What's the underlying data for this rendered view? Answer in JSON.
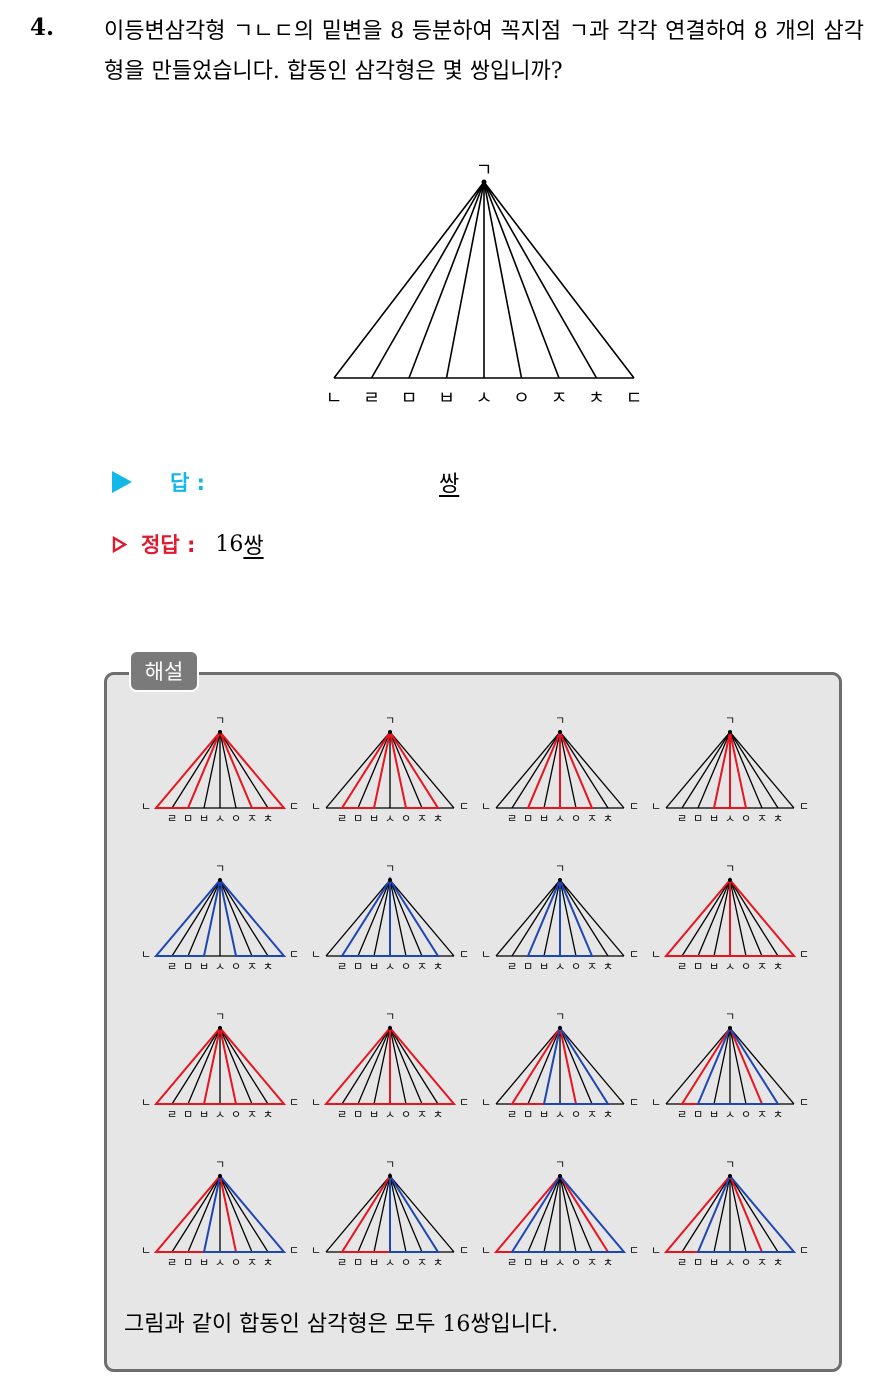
{
  "question": {
    "number": "4.",
    "text": "이등변삼각형 ㄱㄴㄷ의 밑변을 8 등분하여 꼭지점 ㄱ과 각각 연결하여 8 개의 삼각형을 만들었습니다. 합동인 삼각형은 몇 쌍입니까?"
  },
  "figure": {
    "apex_label": "ㄱ",
    "base_labels": [
      "ㄴ",
      "ㄹ",
      "ㅁ",
      "ㅂ",
      "ㅅ",
      "ㅇ",
      "ㅈ",
      "ㅊ",
      "ㄷ"
    ]
  },
  "answer": {
    "label": "답 :",
    "unit": "쌍"
  },
  "correct": {
    "label": "정답 :",
    "value": "16",
    "unit": "쌍"
  },
  "explanation": {
    "tab": "해설",
    "conclusion": "그림과 같이 합동인 삼각형은 모두 16쌍입니다.",
    "pairs": [
      {
        "color": "red",
        "a": [
          0,
          2
        ],
        "b": [
          6,
          8
        ]
      },
      {
        "color": "red",
        "a": [
          1,
          3
        ],
        "b": [
          5,
          7
        ]
      },
      {
        "color": "red",
        "a": [
          2,
          4
        ],
        "b": [
          4,
          6
        ]
      },
      {
        "color": "red",
        "a": [
          3,
          4
        ],
        "b": [
          4,
          5
        ]
      },
      {
        "color": "blue",
        "a": [
          0,
          3
        ],
        "b": [
          5,
          8
        ]
      },
      {
        "color": "blue",
        "a": [
          1,
          4
        ],
        "b": [
          4,
          7
        ]
      },
      {
        "color": "blue",
        "a": [
          2,
          4
        ],
        "b": [
          4,
          6
        ]
      },
      {
        "color": "red",
        "a": [
          0,
          4
        ],
        "b": [
          4,
          8
        ]
      },
      {
        "color": "red",
        "a": [
          0,
          5
        ],
        "b": [
          3,
          8
        ]
      },
      {
        "color": "red",
        "a": [
          0,
          4
        ],
        "b": [
          4,
          8
        ]
      },
      {
        "color": "mixed",
        "a": [
          1,
          5
        ],
        "b": [
          3,
          7
        ]
      },
      {
        "color": "mixed",
        "a": [
          1,
          6
        ],
        "b": [
          2,
          7
        ]
      },
      {
        "color": "mixed",
        "a": [
          0,
          5
        ],
        "b": [
          3,
          8
        ]
      },
      {
        "color": "mixed",
        "a": [
          1,
          4
        ],
        "b": [
          4,
          7
        ]
      },
      {
        "color": "mixed",
        "a": [
          0,
          7
        ],
        "b": [
          1,
          8
        ]
      },
      {
        "color": "mixed",
        "a": [
          0,
          6
        ],
        "b": [
          2,
          8
        ]
      }
    ],
    "colors": {
      "red": "#e8141e",
      "blue": "#1e46b4",
      "black": "#000000"
    }
  },
  "colors": {
    "answer_marker": "#14b8e8",
    "correct_marker": "#e0192c",
    "box_bg": "#e6e6e6",
    "box_border": "#6e6e6e"
  }
}
